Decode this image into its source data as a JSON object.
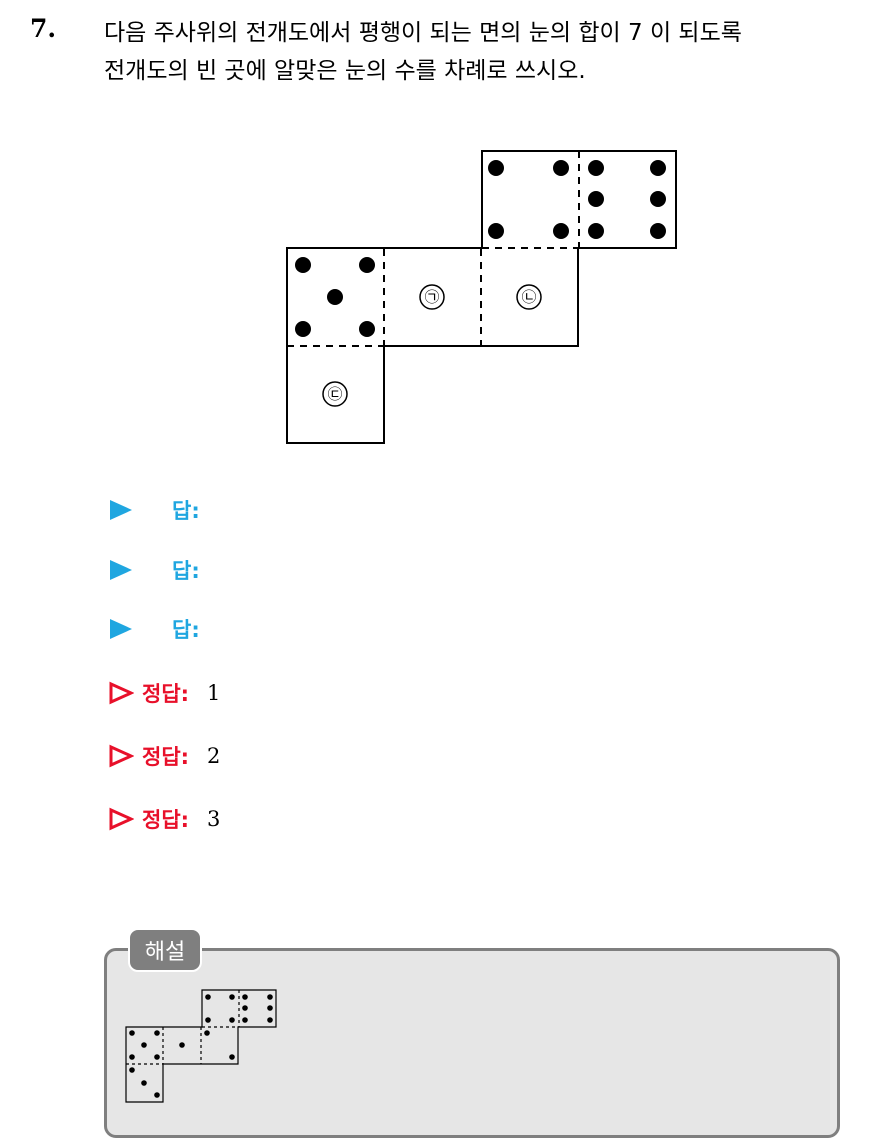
{
  "question": {
    "number": "7.",
    "line1": "다음 주사위의 전개도에서 평행이 되는 면의 눈의 합이 7 이 되도록",
    "line2": "전개도의 빈 곳에 알맞은 눈의 수를 차례로 쓰시오."
  },
  "net": {
    "face_labels": {
      "a": "㉠",
      "b": "㉡",
      "c": "㉢"
    },
    "visible_pips": {
      "left_face": 5,
      "top_left_face": 4,
      "top_right_face": 6
    }
  },
  "answers": [
    {
      "label": "답:",
      "value": ""
    },
    {
      "label": "답:",
      "value": ""
    },
    {
      "label": "답:",
      "value": ""
    }
  ],
  "correct_answers": [
    {
      "label": "정답:",
      "value": "1"
    },
    {
      "label": "정답:",
      "value": "2"
    },
    {
      "label": "정답:",
      "value": "3"
    }
  ],
  "solution": {
    "tab_label": "해설",
    "pips": {
      "left_face": 5,
      "center_face": 1,
      "right_face": 2,
      "top_left_face": 4,
      "top_right_face": 6,
      "bottom_face": 3
    }
  },
  "colors": {
    "answer_blue": "#1fa6e0",
    "answer_red": "#e8102a",
    "solution_gray": "#7f7f7f",
    "solution_bg": "#e6e6e6"
  }
}
